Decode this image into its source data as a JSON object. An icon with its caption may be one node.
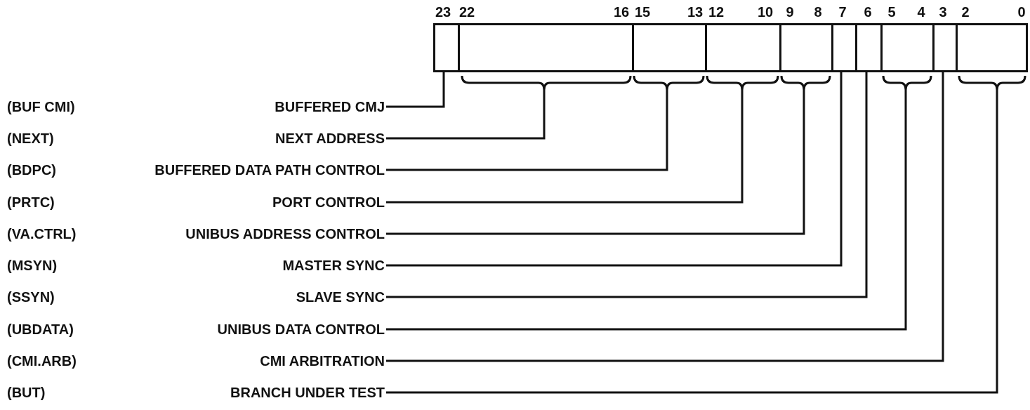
{
  "diagram": {
    "nodes": [
      {
        "text": [
          "BUFFERED CMJ"
        ]
      },
      {
        "text": [
          "NEXT ADDRESS"
        ]
      },
      {
        "text": [
          "BUFFERED DATA PATH CONTROL"
        ]
      },
      {
        "text": [
          "PORT CONTROL"
        ]
      },
      {
        "text": [
          "UNIBUS ADDRESS CONTROL"
        ]
      },
      {
        "text": [
          "MASTER SYNC"
        ]
      },
      {
        "text": [
          "SLAVE SYNC"
        ]
      },
      {
        "text": [
          "UNIBUS DATA CONTROL"
        ]
      },
      {
        "text": [
          "CMI ARBITRATION"
        ]
      },
      {
        "text": [
          "BRANCH UNDER TEST"
        ]
      },
      {
        "text": [],
        "shape": "box"
      },
      {
        "text": [],
        "shape": "box"
      },
      {
        "text": [],
        "shape": "box"
      },
      {
        "text": [],
        "shape": "box"
      },
      {
        "text": [],
        "shape": "box"
      },
      {
        "text": [],
        "shape": "box"
      },
      {
        "text": [],
        "shape": "box"
      },
      {
        "text": [],
        "shape": "box"
      },
      {
        "text": [],
        "shape": "box"
      },
      {
        "text": [],
        "shape": "box"
      }
    ],
    "edges": [
      {
        "from": 0,
        "to": 10,
        "arrow": "none"
      },
      {
        "from": 1,
        "to": 11,
        "arrow": "none"
      },
      {
        "from": 2,
        "to": 12,
        "arrow": "none"
      },
      {
        "from": 3,
        "to": 13,
        "arrow": "none"
      },
      {
        "from": 4,
        "to": 14,
        "arrow": "none"
      },
      {
        "from": 5,
        "to": 15,
        "arrow": "none"
      },
      {
        "from": 6,
        "to": 16,
        "arrow": "none"
      },
      {
        "from": 7,
        "to": 17,
        "arrow": "none"
      },
      {
        "from": 8,
        "to": 18,
        "arrow": "none"
      },
      {
        "from": 9,
        "to": 19,
        "arrow": "none"
      }
    ],
    "labels": [
      "23",
      "22",
      "16",
      "15",
      "13",
      "12",
      "10",
      "9",
      "8",
      "7",
      "6",
      "5",
      "4",
      "3",
      "2",
      "0",
      "(BUF CMI)",
      "(NEXT)",
      "(BDPC)",
      "(PRTC)",
      "(VA.CTRL)",
      "(MSYN)",
      "(SSYN)",
      "(UBDATA)",
      "(CMI.ARB)",
      "(BUT)"
    ]
  }
}
